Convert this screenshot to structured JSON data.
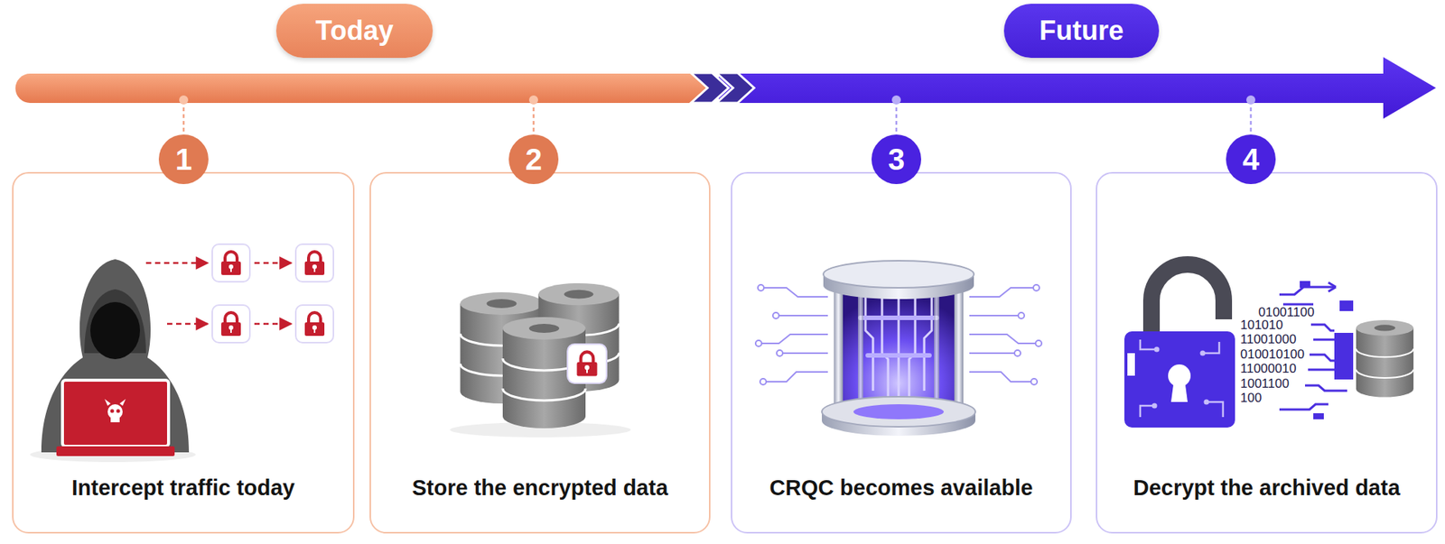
{
  "diagram": {
    "nodes": [
      {
        "text": [
          "Today"
        ]
      },
      {
        "text": [
          "Future"
        ]
      },
      {
        "text": [
          "1"
        ]
      },
      {
        "text": [
          "Intercept traffic today"
        ]
      },
      {
        "text": [
          "2"
        ]
      },
      {
        "text": [
          "Store the encrypted data"
        ]
      },
      {
        "text": [
          "3"
        ]
      },
      {
        "text": [
          "CRQC becomes available"
        ]
      },
      {
        "text": [
          "4"
        ]
      },
      {
        "text": [
          "Decrypt the archived data"
        ]
      }
    ],
    "labels": [
      "01001100",
      "101010",
      "11001000",
      "010010100",
      "11000010",
      "1001100",
      "100"
    ]
  }
}
